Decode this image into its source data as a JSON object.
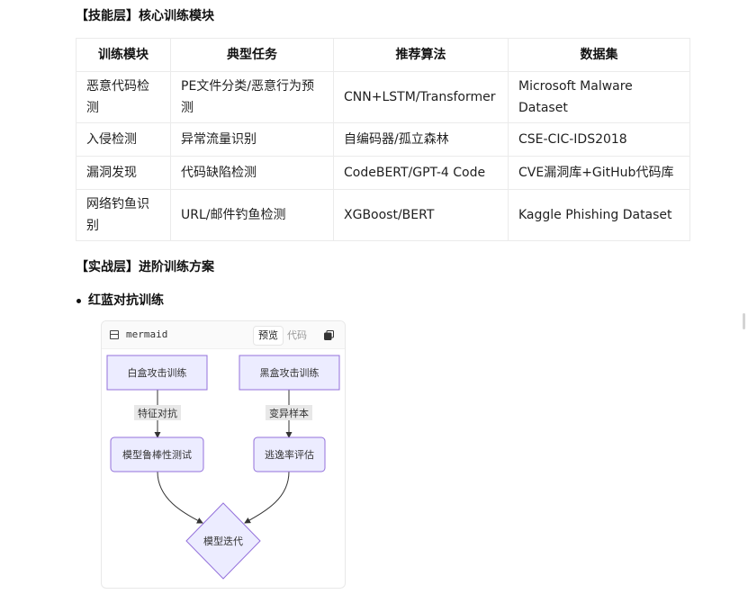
{
  "skills_section": {
    "heading": "【技能层】核心训练模块"
  },
  "table": {
    "headers": [
      "训练模块",
      "典型任务",
      "推荐算法",
      "数据集"
    ],
    "rows": [
      {
        "module": "恶意代码检测",
        "task": "PE文件分类/恶意行为预测",
        "algorithm": "CNN+LSTM/Transformer",
        "dataset": "Microsoft Malware Dataset"
      },
      {
        "module": "入侵检测",
        "task": "异常流量识别",
        "algorithm": "自编码器/孤立森林",
        "dataset": "CSE-CIC-IDS2018"
      },
      {
        "module": "漏洞发现",
        "task": "代码缺陷检测",
        "algorithm": "CodeBERT/GPT-4 Code",
        "dataset": "CVE漏洞库+GitHub代码库"
      },
      {
        "module": "网络钓鱼识别",
        "task": "URL/邮件钓鱼检测",
        "algorithm": "XGBoost/BERT",
        "dataset": "Kaggle Phishing Dataset"
      }
    ]
  },
  "combat_section": {
    "heading": "【实战层】进阶训练方案",
    "bullet": "红蓝对抗训练"
  },
  "code_card": {
    "language": "mermaid",
    "tab_preview": "预览",
    "tab_code": "代码",
    "icons": {
      "language": "code-block-icon",
      "copy": "copy-icon"
    }
  },
  "diagram": {
    "nodes": {
      "whitebox": "白盒攻击训练",
      "blackbox": "黑盒攻击训练",
      "robustness": "模型鲁棒性测试",
      "evasion": "逃逸率评估",
      "iterate": "模型迭代"
    },
    "edge_labels": {
      "feature_adversarial": "特征对抗",
      "mutated_samples": "变异样本"
    },
    "colors": {
      "node_fill": "#ececff",
      "node_stroke": "#9370db",
      "edge": "#333333",
      "label_bg": "#e8e8e8"
    }
  }
}
